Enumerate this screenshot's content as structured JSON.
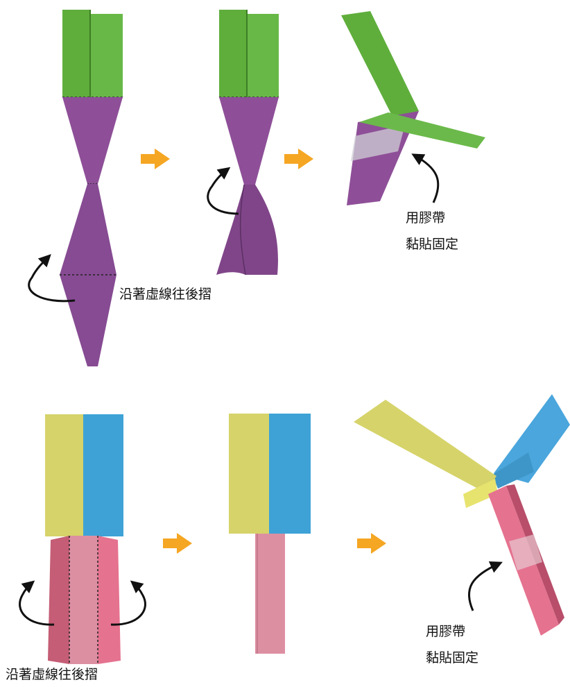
{
  "colors": {
    "green": "#5fae3c",
    "purple": "#8e4f98",
    "yellow": "#d6d36a",
    "blue": "#3ea2d6",
    "pink": "#e5728f",
    "pink_light": "#dd8fa2",
    "pink_dark": "#c45d75",
    "arrow_orange": "#f5a623",
    "curve_black": "#111111"
  },
  "top_row": {
    "fold_instruction": "沿著虛線往後摺",
    "tape_line1": "用膠帶",
    "tape_line2": "黏貼固定"
  },
  "bottom_row": {
    "fold_instruction": "沿著虛線往後摺",
    "tape_line1": "用膠帶",
    "tape_line2": "黏貼固定"
  }
}
